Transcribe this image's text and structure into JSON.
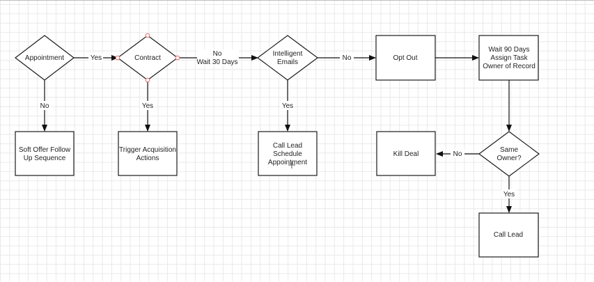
{
  "nodes": {
    "appointment": "Appointment",
    "contract": "Contract",
    "intelligent_emails": [
      "Intelligent",
      "Emails"
    ],
    "opt_out": "Opt Out",
    "wait_90": [
      "Wait 90 Days",
      "Assign Task",
      "Owner of Record"
    ],
    "soft_offer": [
      "Soft Offer Follow",
      "Up Sequence"
    ],
    "trigger_acquisition": [
      "Trigger Acquisition",
      "Actions"
    ],
    "call_lead_schedule": [
      "Call Lead",
      "Schedule",
      "Appointment"
    ],
    "kill_deal": "Kill Deal",
    "same_owner": [
      "Same",
      "Owner?"
    ],
    "call_lead": "Call Lead"
  },
  "edges": {
    "appointment_to_contract": "Yes",
    "appointment_to_soft_offer": "No",
    "contract_to_emails": [
      "No",
      "Wait 30 Days"
    ],
    "contract_to_trigger": "Yes",
    "emails_to_opt_out": "No",
    "emails_to_call_lead_schedule": "Yes",
    "same_owner_to_kill_deal": "No",
    "same_owner_to_call_lead": "Yes"
  },
  "colors": {
    "grid": "#e9e9e9",
    "stroke": "#1a1a1a",
    "selection_handle": "#e06a6a"
  }
}
